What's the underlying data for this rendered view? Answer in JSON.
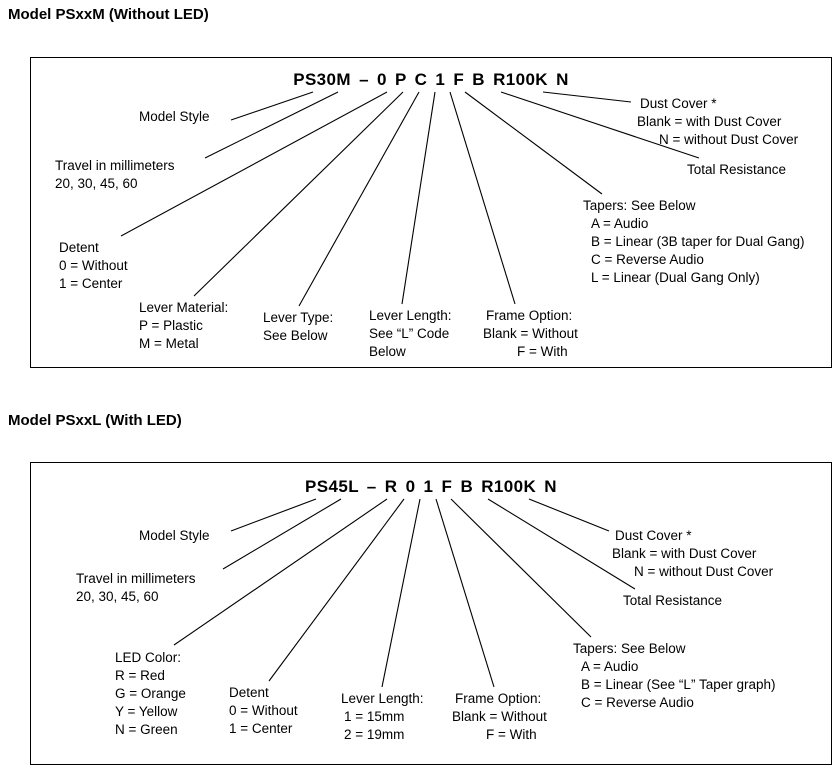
{
  "sections": [
    {
      "heading": "Model PSxxM (Without LED)",
      "part_number": "PS30M – 0 P C 1 F B R100K N",
      "callouts": [
        {
          "name": "model-style",
          "lines": [
            "Model Style"
          ]
        },
        {
          "name": "travel",
          "lines": [
            "Travel in millimeters",
            "20, 30, 45, 60"
          ]
        },
        {
          "name": "detent",
          "lines": [
            "Detent",
            "0 = Without",
            "1 = Center"
          ]
        },
        {
          "name": "lever-material",
          "lines": [
            "Lever Material:",
            "P = Plastic",
            "M = Metal"
          ]
        },
        {
          "name": "lever-type",
          "lines": [
            "Lever Type:",
            "See Below"
          ]
        },
        {
          "name": "lever-length",
          "lines": [
            "Lever Length:",
            "See “L” Code",
            "Below"
          ]
        },
        {
          "name": "frame-option",
          "lines": [
            "Frame Option:",
            "Blank = Without",
            "F = With"
          ]
        },
        {
          "name": "tapers",
          "lines": [
            "Tapers: See Below",
            "A = Audio",
            "B = Linear (3B taper for Dual Gang)",
            "C = Reverse Audio",
            "L = Linear (Dual Gang Only)"
          ]
        },
        {
          "name": "total-resistance",
          "lines": [
            "Total Resistance"
          ]
        },
        {
          "name": "dust-cover",
          "lines": [
            "Dust Cover *",
            "Blank = with Dust Cover",
            "N = without Dust Cover"
          ]
        }
      ]
    },
    {
      "heading": "Model PSxxL (With LED)",
      "part_number": "PS45L – R 0 1 F B R100K N",
      "callouts": [
        {
          "name": "model-style",
          "lines": [
            "Model Style"
          ]
        },
        {
          "name": "travel",
          "lines": [
            "Travel in millimeters",
            "20, 30, 45, 60"
          ]
        },
        {
          "name": "led-color",
          "lines": [
            "LED Color:",
            "R = Red",
            "G = Orange",
            "Y = Yellow",
            "N = Green"
          ]
        },
        {
          "name": "detent",
          "lines": [
            "Detent",
            "0 = Without",
            "1 = Center"
          ]
        },
        {
          "name": "lever-length",
          "lines": [
            "Lever Length:",
            "1 = 15mm",
            "2 = 19mm"
          ]
        },
        {
          "name": "frame-option",
          "lines": [
            "Frame Option:",
            "Blank = Without",
            "F = With"
          ]
        },
        {
          "name": "tapers",
          "lines": [
            "Tapers: See Below",
            "A = Audio",
            "B = Linear (See “L” Taper graph)",
            "C = Reverse Audio"
          ]
        },
        {
          "name": "total-resistance",
          "lines": [
            "Total Resistance"
          ]
        },
        {
          "name": "dust-cover",
          "lines": [
            "Dust Cover *",
            "Blank = with Dust Cover",
            "N = without Dust Cover"
          ]
        }
      ]
    }
  ]
}
